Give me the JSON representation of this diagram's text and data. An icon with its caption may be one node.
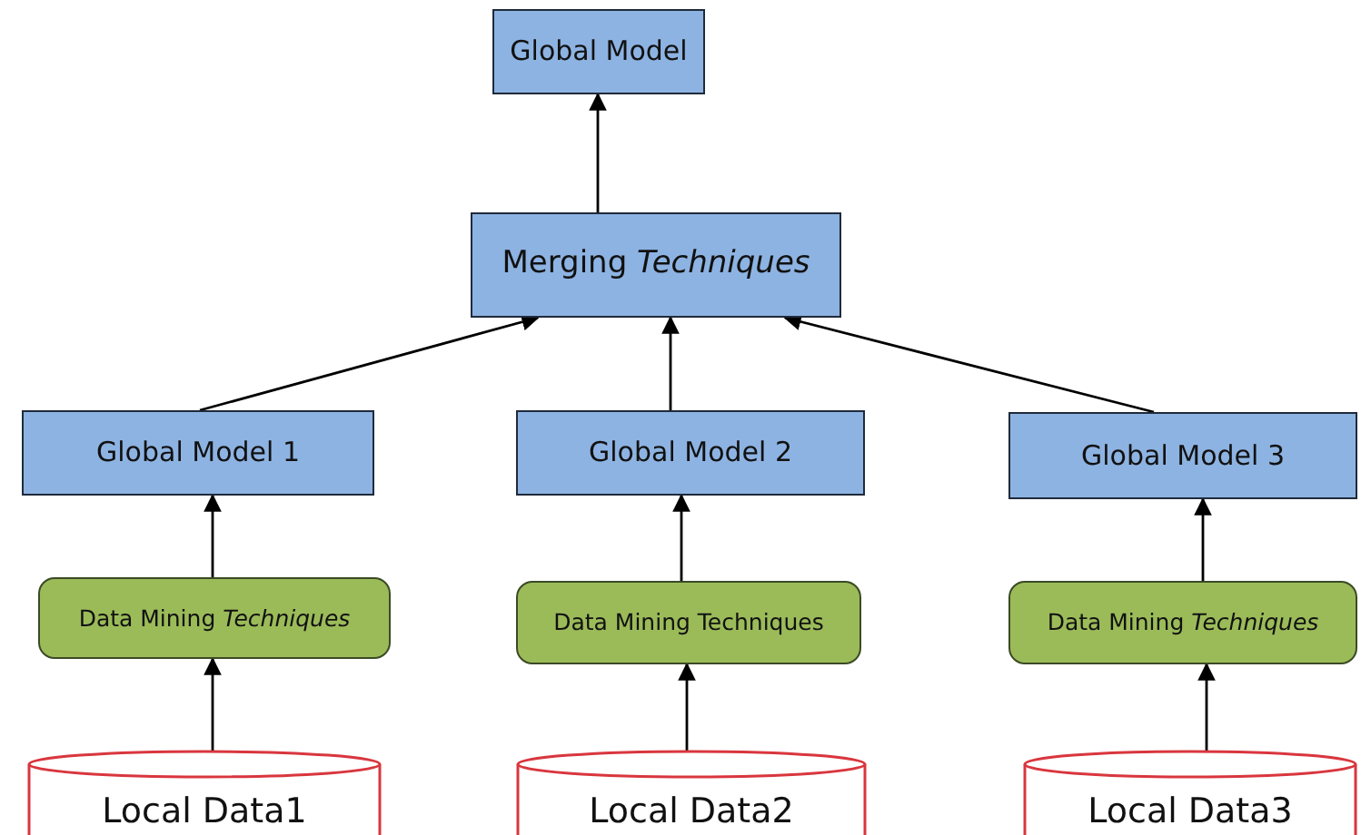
{
  "diagram": {
    "nodes": [
      {
        "text": [
          "Global Model"
        ]
      },
      {
        "text": [
          "Merging *Techniques*"
        ]
      },
      {
        "text": [
          "Global Model 1"
        ]
      },
      {
        "text": [
          "Global Model 2"
        ]
      },
      {
        "text": [
          "Global Model 3"
        ]
      },
      {
        "text": [
          "Data Mining *Techniques*"
        ]
      },
      {
        "text": [
          "Data Mining Techniques"
        ]
      },
      {
        "text": [
          "Data Mining *Techniques*"
        ]
      },
      {
        "text": [
          "Local Data1"
        ]
      },
      {
        "text": [
          "Local Data2"
        ]
      },
      {
        "text": [
          "Local Data3"
        ]
      }
    ],
    "edges": [
      {
        "from": 1,
        "to": 0,
        "arrow": "to"
      },
      {
        "from": 2,
        "to": 1,
        "arrow": "to"
      },
      {
        "from": 3,
        "to": 1,
        "arrow": "to"
      },
      {
        "from": 4,
        "to": 1,
        "arrow": "to"
      },
      {
        "from": 5,
        "to": 2,
        "arrow": "to"
      },
      {
        "from": 6,
        "to": 3,
        "arrow": "to"
      },
      {
        "from": 7,
        "to": 4,
        "arrow": "to"
      },
      {
        "from": 8,
        "to": 5,
        "arrow": "to"
      },
      {
        "from": 9,
        "to": 6,
        "arrow": "to"
      },
      {
        "from": 10,
        "to": 7,
        "arrow": "to"
      }
    ]
  }
}
